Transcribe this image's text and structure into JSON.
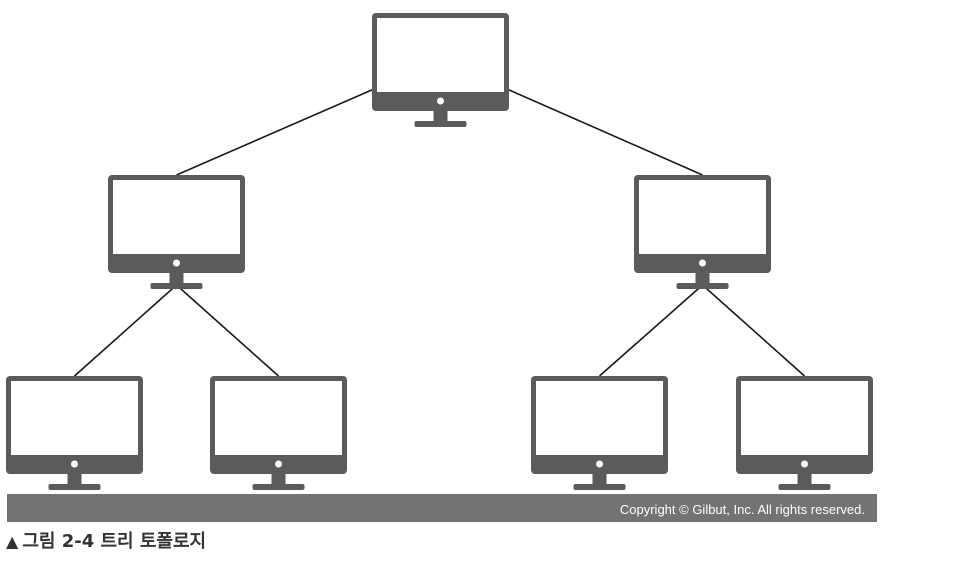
{
  "diagram": {
    "nodes": [
      {
        "id": "root",
        "icon": "monitor-icon"
      },
      {
        "id": "left-mid",
        "icon": "monitor-icon"
      },
      {
        "id": "right-mid",
        "icon": "monitor-icon"
      },
      {
        "id": "leaf-1",
        "icon": "monitor-icon"
      },
      {
        "id": "leaf-2",
        "icon": "monitor-icon"
      },
      {
        "id": "leaf-3",
        "icon": "monitor-icon"
      },
      {
        "id": "leaf-4",
        "icon": "monitor-icon"
      }
    ],
    "edges": [
      {
        "from": "root",
        "to": "left-mid"
      },
      {
        "from": "root",
        "to": "right-mid"
      },
      {
        "from": "left-mid",
        "to": "leaf-1"
      },
      {
        "from": "left-mid",
        "to": "leaf-2"
      },
      {
        "from": "right-mid",
        "to": "leaf-3"
      },
      {
        "from": "right-mid",
        "to": "leaf-4"
      }
    ]
  },
  "footer": {
    "copyright": "Copyright © Gilbut, Inc. All rights reserved."
  },
  "caption": {
    "marker": "▲",
    "text": "그림 2-4 트리 토폴로지"
  },
  "colors": {
    "monitor": "#5b5b5b",
    "screen": "#ffffff",
    "line": "#1a1a1a",
    "footer_bar": "#737373"
  }
}
